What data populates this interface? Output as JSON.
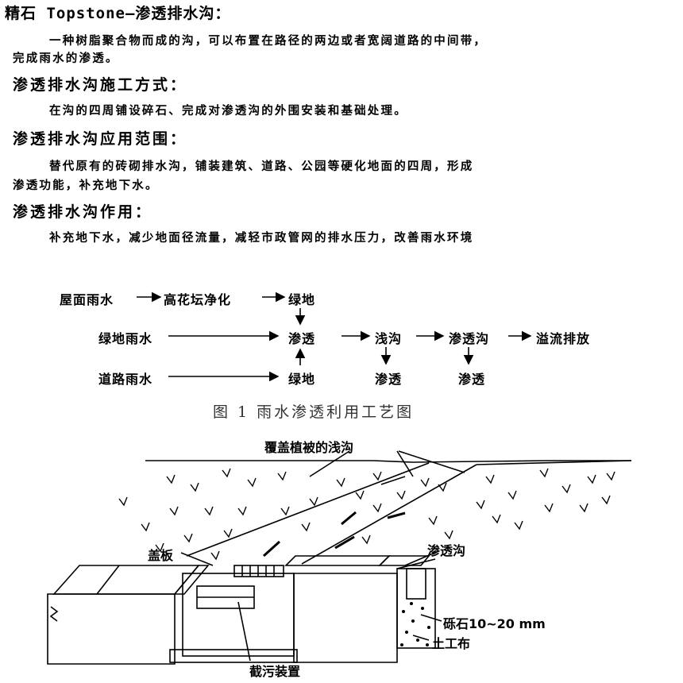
{
  "title": "精石 Topstone—渗透排水沟：",
  "intro": {
    "line1": "一种树脂聚合物而成的沟，可以布置在路径的两边或者宽阔道路的中间带，",
    "line2": "完成雨水的渗透。"
  },
  "sections": [
    {
      "heading": "渗透排水沟施工方式：",
      "line1": "在沟的四周铺设碎石、完成对渗透沟的外围安装和基础处理。"
    },
    {
      "heading": "渗透排水沟应用范围：",
      "line1": "替代原有的砖砌排水沟，铺装建筑、道路、公园等硬化地面的四周，形成",
      "line2": "渗透功能，补充地下水。"
    },
    {
      "heading": "渗透排水沟作用：",
      "line1": "补充地下水，减少地面径流量，减轻市政管网的排水压力，改善雨水环境"
    }
  ],
  "flow": {
    "row1": "屋面雨水→高花坛净化→绿地",
    "roof_rain": "屋面雨水",
    "flower_bed": "高花坛净化",
    "green_top": "绿地",
    "green_rain": "绿地雨水",
    "infiltrate": "渗透",
    "shallow_ditch": "浅沟",
    "infiltration_ditch": "渗透沟",
    "overflow": "溢流排放",
    "road_rain": "道路雨水",
    "green_bottom": "绿地",
    "infiltrate_2": "渗透",
    "infiltrate_3": "渗透"
  },
  "figure_caption": "图 1   雨水渗透利用工艺图",
  "drawing_labels": {
    "vegetated_ditch": "覆盖植被的浅沟",
    "cover_plate": "盖板",
    "infiltration_ditch": "渗透沟",
    "gravel": "砾石10~20 mm",
    "geotextile": "土工布",
    "sewage_interceptor": "截污装置"
  }
}
